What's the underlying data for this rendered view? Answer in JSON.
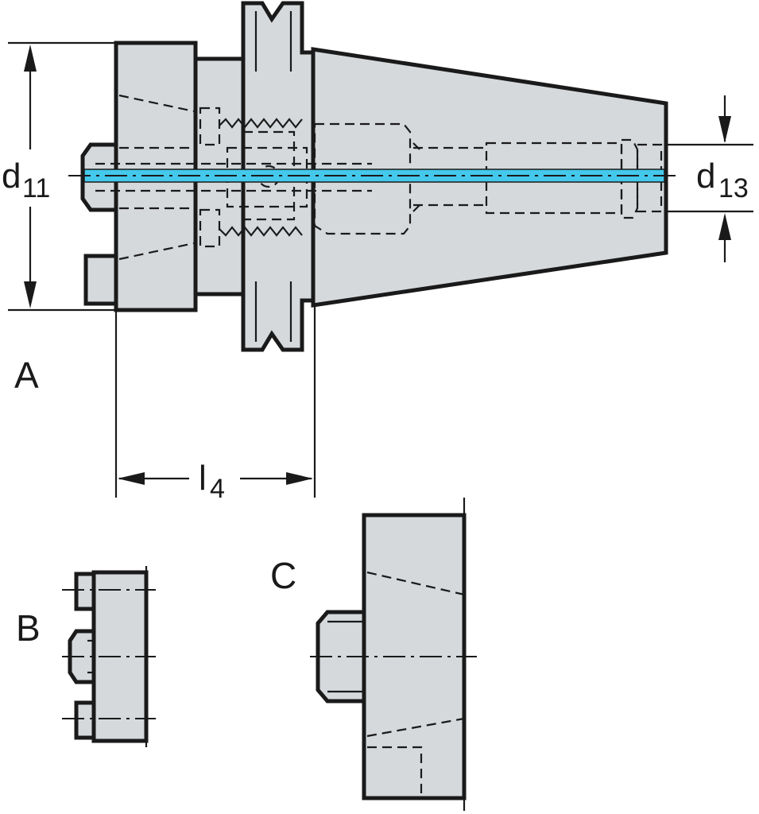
{
  "labels": {
    "d11_main": "d",
    "d11_sub": "11",
    "d13_main": "d",
    "d13_sub": "13",
    "l4_main": "l",
    "l4_sub": "4",
    "view_a": "A",
    "view_b": "B",
    "view_c": "C"
  },
  "colors": {
    "body_fill": "#d5d9dc",
    "outline": "#1a1a1a",
    "coolant_channel": "#44c8ec"
  }
}
